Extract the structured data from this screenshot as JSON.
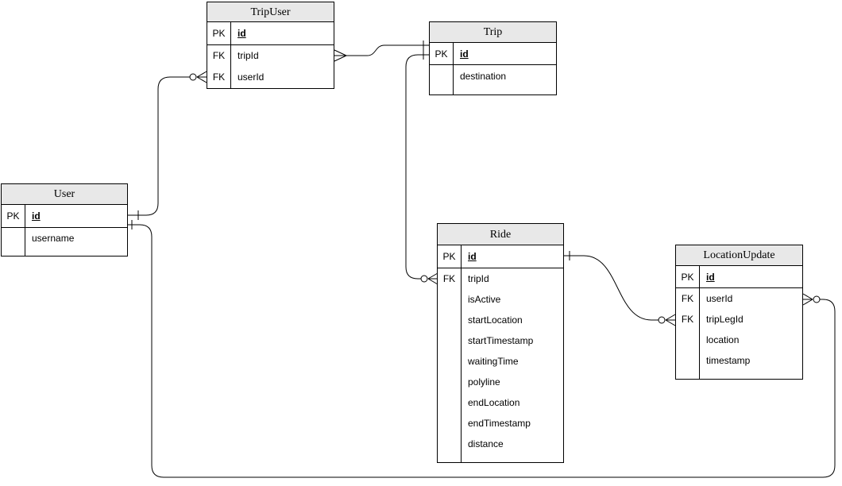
{
  "diagram": {
    "colors": {
      "header_fill": "#e8e8e8",
      "border": "#000000",
      "line": "#000000",
      "canvas_bg": "#ffffff",
      "text": "#000000"
    },
    "entities": [
      {
        "name": "TripUser",
        "fields": [
          {
            "key": "PK",
            "name": "id",
            "is_pk": true
          },
          {
            "key": "FK",
            "name": "tripId",
            "is_pk": false
          },
          {
            "key": "FK",
            "name": "userId",
            "is_pk": false
          }
        ]
      },
      {
        "name": "Trip",
        "fields": [
          {
            "key": "PK",
            "name": "id",
            "is_pk": true
          },
          {
            "key": "",
            "name": "destination",
            "is_pk": false
          }
        ]
      },
      {
        "name": "User",
        "fields": [
          {
            "key": "PK",
            "name": "id",
            "is_pk": true
          },
          {
            "key": "",
            "name": "username",
            "is_pk": false
          }
        ]
      },
      {
        "name": "Ride",
        "fields": [
          {
            "key": "PK",
            "name": "id",
            "is_pk": true
          },
          {
            "key": "FK",
            "name": "tripId",
            "is_pk": false
          },
          {
            "key": "",
            "name": "isActive",
            "is_pk": false
          },
          {
            "key": "",
            "name": "startLocation",
            "is_pk": false
          },
          {
            "key": "",
            "name": "startTimestamp",
            "is_pk": false
          },
          {
            "key": "",
            "name": "waitingTime",
            "is_pk": false
          },
          {
            "key": "",
            "name": "polyline",
            "is_pk": false
          },
          {
            "key": "",
            "name": "endLocation",
            "is_pk": false
          },
          {
            "key": "",
            "name": "endTimestamp",
            "is_pk": false
          },
          {
            "key": "",
            "name": "distance",
            "is_pk": false
          }
        ]
      },
      {
        "name": "LocationUpdate",
        "fields": [
          {
            "key": "PK",
            "name": "id",
            "is_pk": true
          },
          {
            "key": "FK",
            "name": "userId",
            "is_pk": false
          },
          {
            "key": "FK",
            "name": "tripLegId",
            "is_pk": false
          },
          {
            "key": "",
            "name": "location",
            "is_pk": false
          },
          {
            "key": "",
            "name": "timestamp",
            "is_pk": false
          }
        ]
      }
    ],
    "relationships": [
      {
        "from_entity": "TripUser",
        "from_field": "tripId",
        "from_cardinality": "many",
        "to_entity": "Trip",
        "to_field": "id",
        "to_cardinality": "one"
      },
      {
        "from_entity": "User",
        "from_field": "id",
        "from_cardinality": "one",
        "to_entity": "TripUser",
        "to_field": "userId",
        "to_cardinality": "zero-or-many"
      },
      {
        "from_entity": "Trip",
        "from_field": "id",
        "from_cardinality": "one",
        "to_entity": "Ride",
        "to_field": "tripId",
        "to_cardinality": "zero-or-many"
      },
      {
        "from_entity": "Ride",
        "from_field": "id",
        "from_cardinality": "one",
        "to_entity": "LocationUpdate",
        "to_field": "tripLegId",
        "to_cardinality": "zero-or-many"
      },
      {
        "from_entity": "User",
        "from_field": "id",
        "from_cardinality": "one",
        "to_entity": "LocationUpdate",
        "to_field": "userId",
        "to_cardinality": "zero-or-many"
      }
    ]
  }
}
